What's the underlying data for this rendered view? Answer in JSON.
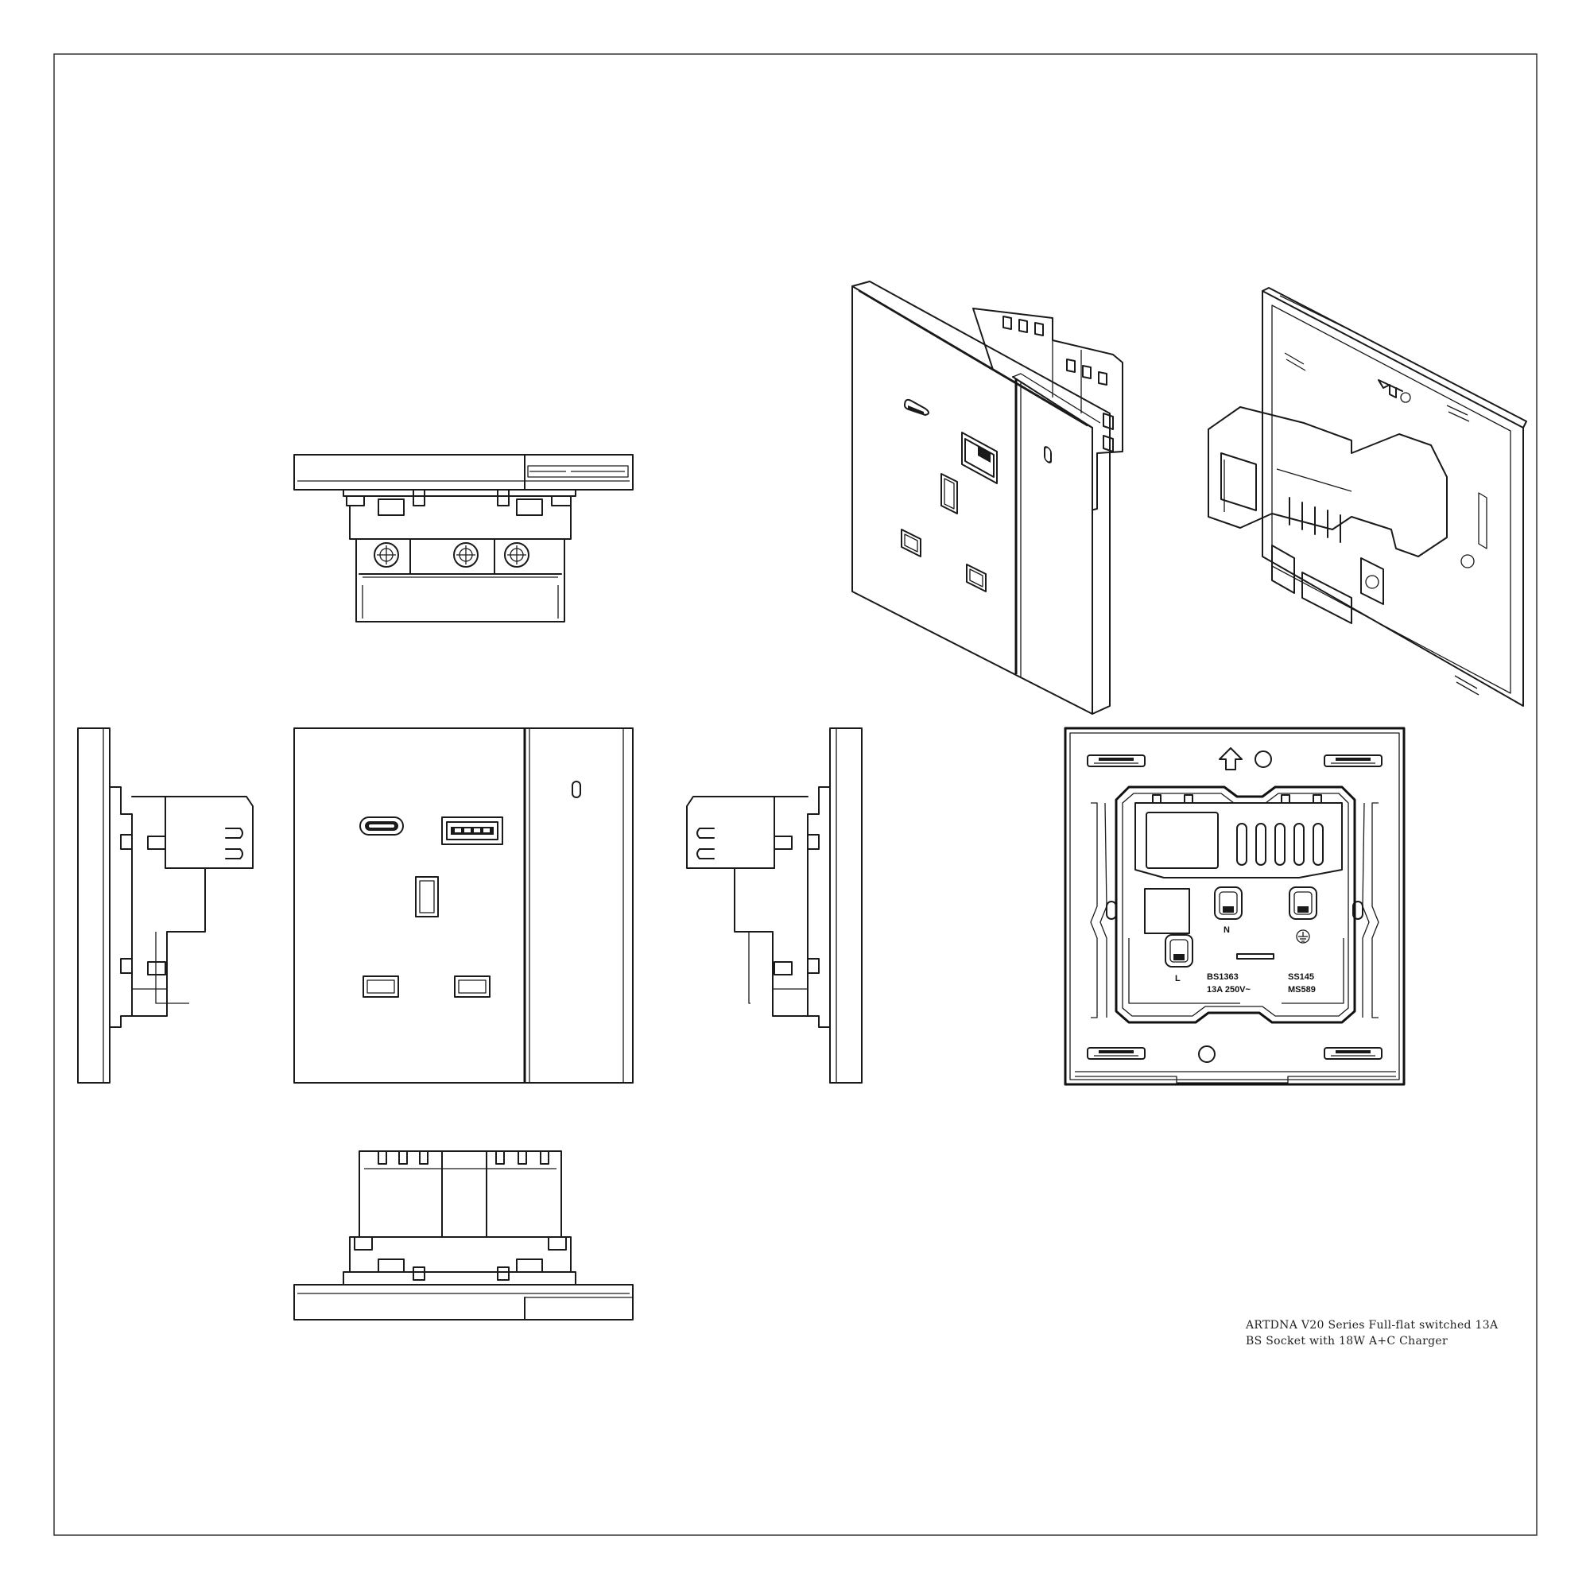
{
  "caption": {
    "line1": "ARTDNA V20 Series Full-flat switched 13A",
    "line2": "BS Socket with 18W A+C Charger"
  },
  "rear_markings": {
    "neutral": "N",
    "live": "L",
    "standard_left": "BS1363",
    "rating": "13A 250V~",
    "standard_right_1": "SS145",
    "standard_right_2": "MS589"
  }
}
